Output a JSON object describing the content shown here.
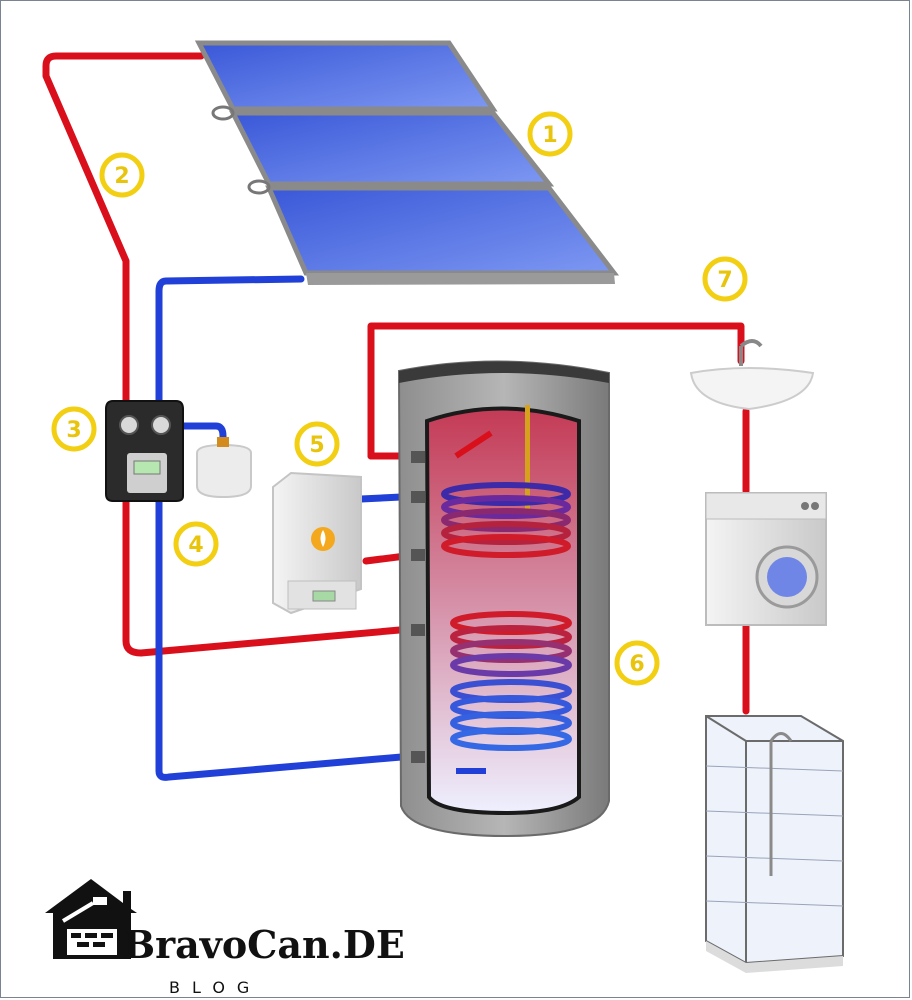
{
  "callouts": [
    {
      "id": "1",
      "label": "1"
    },
    {
      "id": "2",
      "label": "2"
    },
    {
      "id": "3",
      "label": "3"
    },
    {
      "id": "4",
      "label": "4"
    },
    {
      "id": "5",
      "label": "5"
    },
    {
      "id": "6",
      "label": "6"
    },
    {
      "id": "7",
      "label": "7"
    }
  ],
  "brand": {
    "name": "BravoCan.DE",
    "tagline": "BLOG"
  },
  "colors": {
    "hot_pipe": "#d9101c",
    "cold_pipe": "#2040d8",
    "callout": "#f2cf13",
    "panel": "#4b6ce6"
  },
  "icons": [
    "solar-panel-icon",
    "pump-controller-icon",
    "expansion-vessel-icon",
    "gas-boiler-icon",
    "storage-tank-icon",
    "sink-icon",
    "washing-machine-icon",
    "shower-cabin-icon",
    "house-logo-icon"
  ]
}
